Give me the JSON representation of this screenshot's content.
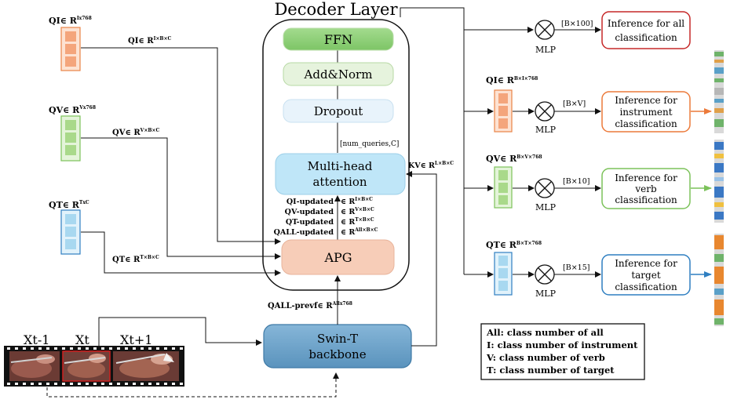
{
  "decoder": {
    "title": "Decoder Layer",
    "blocks": {
      "ffn": "FFN",
      "addnorm": "Add&Norm",
      "dropout": "Dropout",
      "mha_line1": "Multi-head",
      "mha_line2": "attention",
      "apg": "APG"
    },
    "mha_dim": "[num_queries,C]",
    "updated": {
      "qi": {
        "name": "QI-updated",
        "dim": "∈ R",
        "sup": "I×B×C"
      },
      "qv": {
        "name": "QV-updated",
        "dim": "∈ R",
        "sup": "V×B×C"
      },
      "qt": {
        "name": "QT-updated",
        "dim": "∈ R",
        "sup": "T×B×C"
      },
      "qall": {
        "name": "QALL-updated",
        "dim": "∈ R",
        "sup": "All×B×C"
      }
    }
  },
  "queries": {
    "qi": {
      "label": "QI∈ R",
      "sup": "Ix768",
      "edge": "QI∈ R",
      "edge_sup": "I×B×C",
      "color": "#f4a57c"
    },
    "qv": {
      "label": "QV∈ R",
      "sup": "Vx768",
      "edge": "QV∈ R",
      "edge_sup": "V×B×C",
      "color": "#a9d98a"
    },
    "qt": {
      "label": "QT∈ R",
      "sup": "TxC",
      "edge": "QT∈ R",
      "edge_sup": "T×B×C",
      "color": "#a8d8f0"
    }
  },
  "kv": {
    "label": "KV∈ R",
    "sup": "L×B×C"
  },
  "prevf": {
    "label": "QALL-prevf∈ R",
    "sup": "Allx768"
  },
  "backbone": {
    "line1": "Swin-T",
    "line2": "backbone"
  },
  "frames": {
    "t_minus": "Xt-1",
    "t": "Xt",
    "t_plus": "Xt+1"
  },
  "heads": {
    "all": {
      "dim": "[B×100]",
      "mlp": "MLP",
      "line1": "Inference for all",
      "line2": "classification",
      "line3": ""
    },
    "instrument": {
      "q": "QI∈ R",
      "q_sup": "B×I×768",
      "dim": "[B×V]",
      "mlp": "MLP",
      "line1": "Inference for",
      "line2": "instrument",
      "line3": "classification"
    },
    "verb": {
      "q": "QV∈ R",
      "q_sup": "B×V×768",
      "dim": "[B×10]",
      "mlp": "MLP",
      "line1": "Inference for",
      "line2": "verb",
      "line3": "classification"
    },
    "target": {
      "q": "QT∈ R",
      "q_sup": "B×T×768",
      "dim": "[B×15]",
      "mlp": "MLP",
      "line1": "Inference for",
      "line2": "target",
      "line3": "classification"
    }
  },
  "legend": [
    "All: class number of all",
    "I: class number of instrument",
    "V: class number of verb",
    "T: class number of target"
  ],
  "colors": {
    "ffn": "#8fd07a",
    "addnorm": "#e6f3dd",
    "dropout": "#e7f2fa",
    "mha": "#bfe6f8",
    "apg": "#f7cdb8",
    "backbone": "#6fa6cc",
    "all": "#c62828",
    "instrument": "#ec7a3a",
    "verb": "#7cc25a",
    "target": "#2f7fc1"
  }
}
